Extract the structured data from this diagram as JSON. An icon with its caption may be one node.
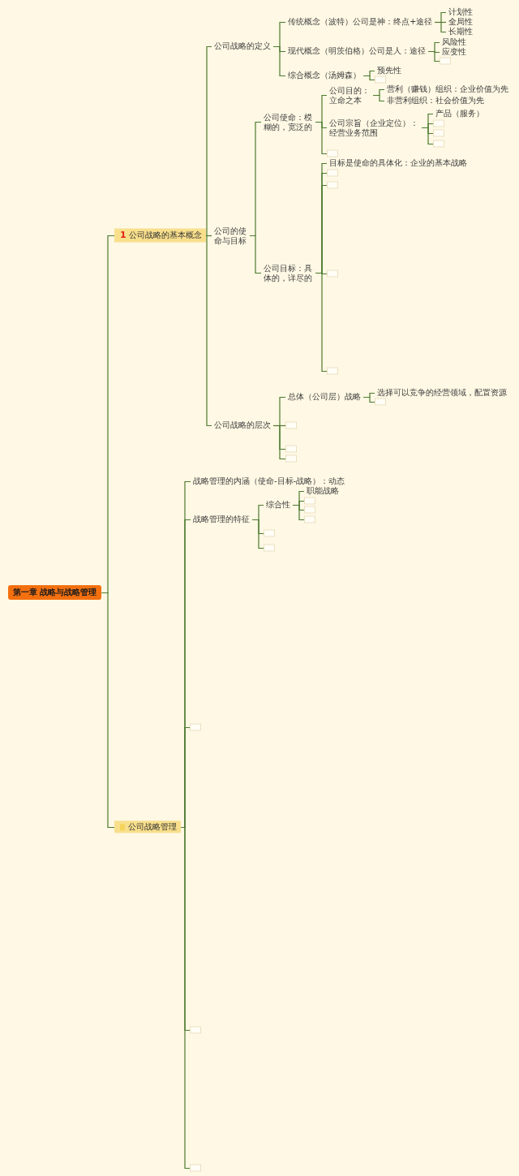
{
  "diagram": {
    "nodes": [
      {
        "text": [
          "第一章 战略与战略管理"
        ]
      },
      {
        "text": [
          "1",
          "公司战略的基本概念"
        ]
      },
      {
        "text": [
          "公司战略的定义"
        ]
      },
      {
        "text": [
          "传统概念（波特）公司是神：终点+途径"
        ]
      },
      {
        "text": [
          "计划性"
        ]
      },
      {
        "text": [
          "全局性"
        ]
      },
      {
        "text": [
          "长期性"
        ]
      },
      {
        "text": [
          "现代概念（明茨伯格）公司是人：途径"
        ]
      },
      {
        "text": [
          "风险性"
        ]
      },
      {
        "text": [
          "应变性"
        ]
      },
      {
        "text": [],
        "shape": "box"
      },
      {
        "text": [
          "综合概念（汤姆森）"
        ]
      },
      {
        "text": [
          "预先性"
        ]
      },
      {
        "text": [],
        "shape": "box"
      },
      {
        "text": [
          "公司的使命与目标"
        ]
      },
      {
        "text": [
          "公司使命：模糊的，宽泛的"
        ]
      },
      {
        "text": [
          "公司目的：立命之本"
        ]
      },
      {
        "text": [
          "营利（赚钱）组织：企业价值为先"
        ]
      },
      {
        "text": [
          "非营利组织：社会价值为先"
        ]
      },
      {
        "text": [
          "公司宗旨（企业定位）：经营业务范围"
        ]
      },
      {
        "text": [
          "产品（服务）"
        ]
      },
      {
        "text": [],
        "shape": "box"
      },
      {
        "text": [],
        "shape": "box"
      },
      {
        "text": [],
        "shape": "box"
      },
      {
        "text": [],
        "shape": "box"
      },
      {
        "text": [
          "公司目标：具体的，详尽的"
        ]
      },
      {
        "text": [
          "目标是使命的具体化：企业的基本战略"
        ]
      },
      {
        "text": [],
        "shape": "box"
      },
      {
        "text": [],
        "shape": "box"
      },
      {
        "text": [],
        "shape": "box"
      },
      {
        "text": [],
        "shape": "box"
      },
      {
        "text": [
          "公司战略的层次"
        ]
      },
      {
        "text": [
          "总体（公司层）战略"
        ]
      },
      {
        "text": [
          "选择可以竞争的经营领域，配置资源"
        ]
      },
      {
        "text": [],
        "shape": "box"
      },
      {
        "text": [],
        "shape": "box"
      },
      {
        "text": [],
        "shape": "box"
      },
      {
        "text": [],
        "shape": "box"
      },
      {
        "text": [
          "公司战略管理"
        ]
      },
      {
        "text": [
          "战略管理的内涵（使命-目标-战略）：动态"
        ]
      },
      {
        "text": [
          "战略管理的特征"
        ]
      },
      {
        "text": [
          "综合性"
        ]
      },
      {
        "text": [
          "职能战略"
        ]
      },
      {
        "text": [],
        "shape": "box"
      },
      {
        "text": [],
        "shape": "box"
      },
      {
        "text": [],
        "shape": "box"
      },
      {
        "text": [],
        "shape": "box"
      },
      {
        "text": [],
        "shape": "box"
      },
      {
        "text": [],
        "shape": "box"
      },
      {
        "text": [],
        "shape": "box"
      },
      {
        "text": [],
        "shape": "box"
      }
    ],
    "edges": [
      {
        "from": 0,
        "to": 1,
        "arrow": "none"
      },
      {
        "from": 0,
        "to": 38,
        "arrow": "none"
      },
      {
        "from": 1,
        "to": 2,
        "arrow": "none"
      },
      {
        "from": 1,
        "to": 14,
        "arrow": "none"
      },
      {
        "from": 1,
        "to": 31,
        "arrow": "none"
      },
      {
        "from": 2,
        "to": 3,
        "arrow": "none"
      },
      {
        "from": 2,
        "to": 7,
        "arrow": "none"
      },
      {
        "from": 2,
        "to": 11,
        "arrow": "none"
      },
      {
        "from": 3,
        "to": 4,
        "arrow": "none"
      },
      {
        "from": 3,
        "to": 5,
        "arrow": "none"
      },
      {
        "from": 3,
        "to": 6,
        "arrow": "none"
      },
      {
        "from": 7,
        "to": 8,
        "arrow": "none"
      },
      {
        "from": 7,
        "to": 9,
        "arrow": "none"
      },
      {
        "from": 7,
        "to": 10,
        "arrow": "none"
      },
      {
        "from": 11,
        "to": 12,
        "arrow": "none"
      },
      {
        "from": 11,
        "to": 13,
        "arrow": "none"
      },
      {
        "from": 14,
        "to": 15,
        "arrow": "none"
      },
      {
        "from": 14,
        "to": 25,
        "arrow": "none"
      },
      {
        "from": 15,
        "to": 16,
        "arrow": "none"
      },
      {
        "from": 15,
        "to": 19,
        "arrow": "none"
      },
      {
        "from": 15,
        "to": 24,
        "arrow": "none"
      },
      {
        "from": 16,
        "to": 17,
        "arrow": "none"
      },
      {
        "from": 16,
        "to": 18,
        "arrow": "none"
      },
      {
        "from": 19,
        "to": 20,
        "arrow": "none"
      },
      {
        "from": 19,
        "to": 21,
        "arrow": "none"
      },
      {
        "from": 19,
        "to": 22,
        "arrow": "none"
      },
      {
        "from": 19,
        "to": 23,
        "arrow": "none"
      },
      {
        "from": 25,
        "to": 26,
        "arrow": "none"
      },
      {
        "from": 25,
        "to": 27,
        "arrow": "none"
      },
      {
        "from": 25,
        "to": 28,
        "arrow": "none"
      },
      {
        "from": 25,
        "to": 29,
        "arrow": "none"
      },
      {
        "from": 25,
        "to": 30,
        "arrow": "none"
      },
      {
        "from": 31,
        "to": 32,
        "arrow": "none"
      },
      {
        "from": 31,
        "to": 35,
        "arrow": "none"
      },
      {
        "from": 31,
        "to": 36,
        "arrow": "none"
      },
      {
        "from": 31,
        "to": 37,
        "arrow": "none"
      },
      {
        "from": 32,
        "to": 33,
        "arrow": "none"
      },
      {
        "from": 32,
        "to": 34,
        "arrow": "none"
      },
      {
        "from": 38,
        "to": 39,
        "arrow": "none"
      },
      {
        "from": 38,
        "to": 40,
        "arrow": "none"
      },
      {
        "from": 38,
        "to": 48,
        "arrow": "none"
      },
      {
        "from": 38,
        "to": 49,
        "arrow": "none"
      },
      {
        "from": 38,
        "to": 50,
        "arrow": "none"
      },
      {
        "from": 40,
        "to": 41,
        "arrow": "none"
      },
      {
        "from": 40,
        "to": 46,
        "arrow": "none"
      },
      {
        "from": 40,
        "to": 47,
        "arrow": "none"
      },
      {
        "from": 41,
        "to": 42,
        "arrow": "none"
      },
      {
        "from": 41,
        "to": 43,
        "arrow": "none"
      },
      {
        "from": 41,
        "to": 44,
        "arrow": "none"
      },
      {
        "from": 41,
        "to": 45,
        "arrow": "none"
      }
    ]
  }
}
